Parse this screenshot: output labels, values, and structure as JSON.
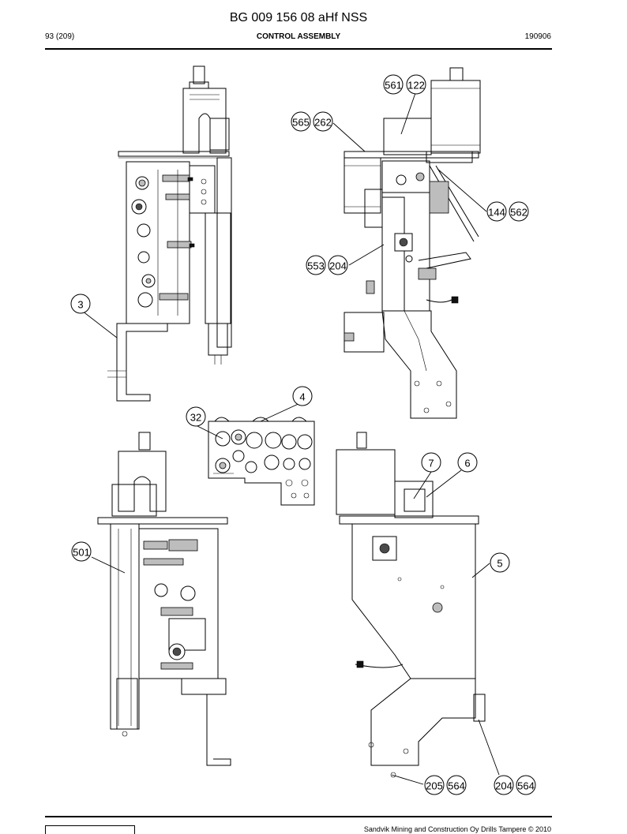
{
  "header": {
    "document_title": "BG 009 156 08 aHf NSS",
    "page_number": "93 (209)",
    "section_title": "CONTROL ASSEMBLY",
    "date_code": "190906"
  },
  "footer": {
    "copyright": "Sandvik Mining and Construction Oy Drills Tampere © 2010"
  },
  "callouts": [
    "561",
    "122",
    "565",
    "262",
    "144",
    "562",
    "553",
    "204",
    "3",
    "4",
    "32",
    "7",
    "6",
    "501",
    "5",
    "205",
    "564",
    "204",
    "564"
  ]
}
